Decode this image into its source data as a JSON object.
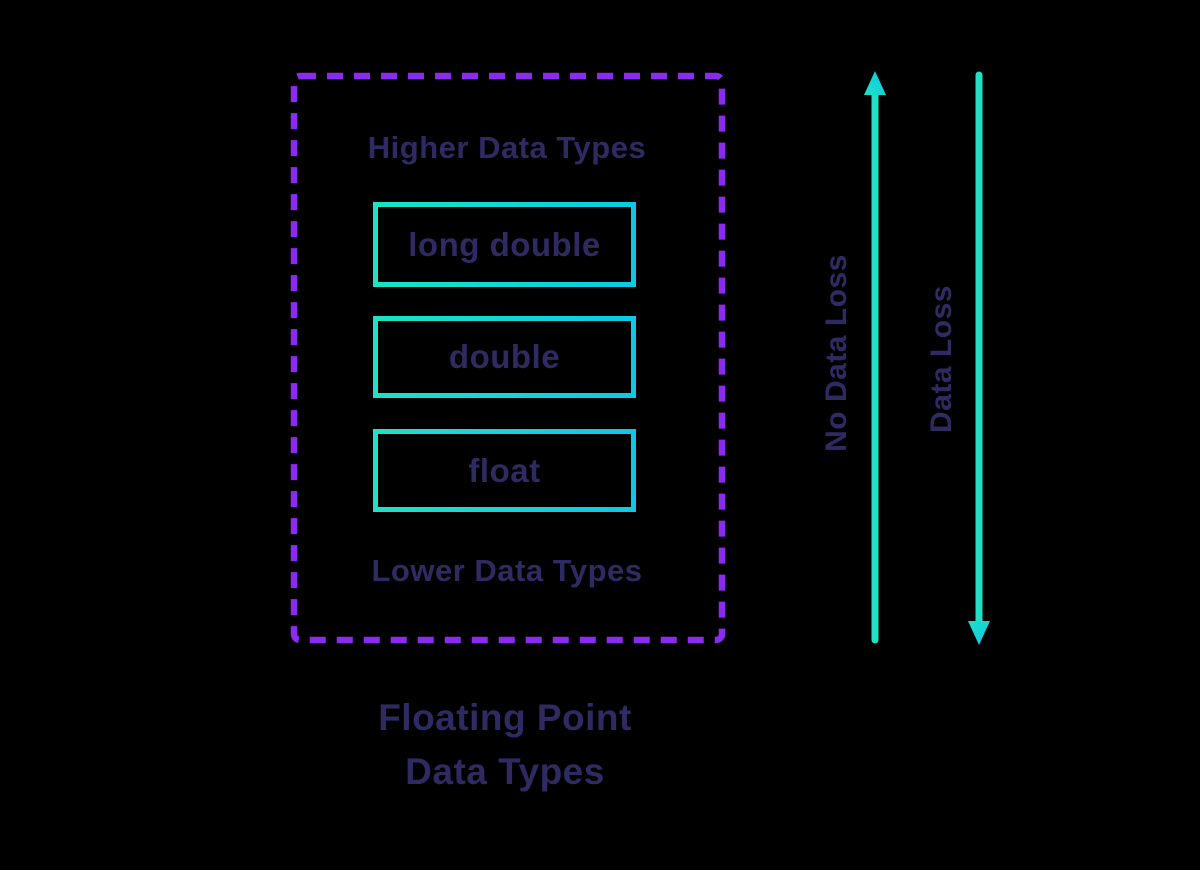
{
  "diagram": {
    "group": {
      "top_label": "Higher Data Types",
      "bottom_label": "Lower Data Types",
      "boxes": [
        "long double",
        "double",
        "float"
      ]
    },
    "title": {
      "line1": "Floating Point",
      "line2": "Data Types"
    },
    "arrows": [
      {
        "direction": "up",
        "label": "No Data Loss"
      },
      {
        "direction": "down",
        "label": "Data Loss"
      }
    ],
    "colors": {
      "background": "#000000",
      "dashed_border": "#8C2BF0",
      "box_border_start": "#1EE1C6",
      "box_border_end": "#0FC8E6",
      "arrow_shaft": "#1EE1C6",
      "arrow_head_start": "#1EE1C6",
      "arrow_head_end": "#0FC8E6",
      "text": "#2E2A62"
    }
  }
}
